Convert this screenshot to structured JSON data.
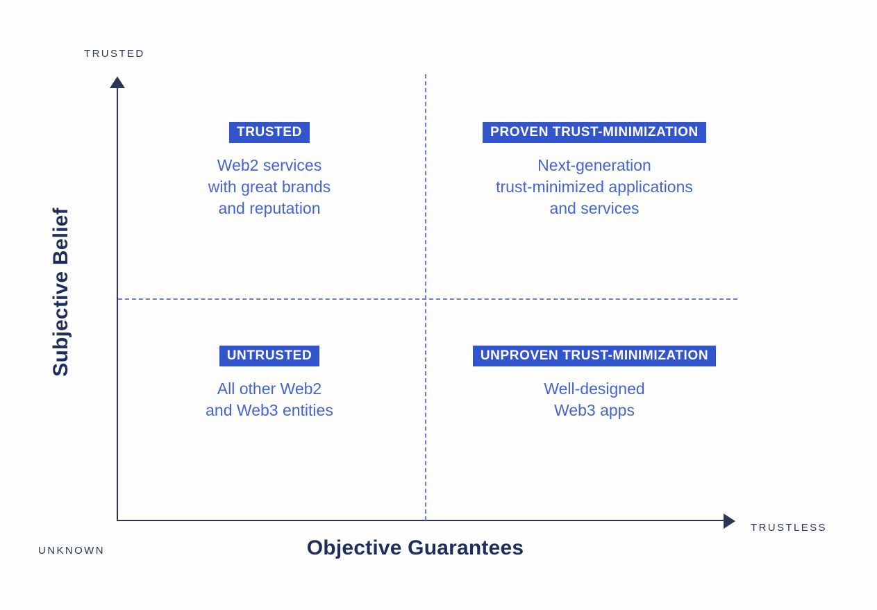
{
  "chart_data": {
    "type": "scatter",
    "title": "",
    "xlabel": "Objective Guarantees",
    "ylabel": "Subjective Belief",
    "x_axis_low_label": "UNKNOWN",
    "x_axis_high_label": "TRUSTLESS",
    "y_axis_high_label": "TRUSTED",
    "grid": false,
    "legend": "none",
    "quadrant_dividers": {
      "horizontal": true,
      "vertical": true,
      "style": "dashed",
      "color": "#6b7fc4"
    },
    "quadrants": [
      {
        "position": "top-left",
        "badge": "TRUSTED",
        "body": "Web2 services\nwith great brands\nand reputation",
        "x_level": "low-objective-guarantees",
        "y_level": "high-subjective-belief"
      },
      {
        "position": "top-right",
        "badge": "PROVEN TRUST-MINIMIZATION",
        "body": "Next-generation\ntrust-minimized applications\nand services",
        "x_level": "high-objective-guarantees",
        "y_level": "high-subjective-belief"
      },
      {
        "position": "bottom-left",
        "badge": "UNTRUSTED",
        "body": "All other Web2\nand Web3 entities",
        "x_level": "low-objective-guarantees",
        "y_level": "low-subjective-belief"
      },
      {
        "position": "bottom-right",
        "badge": "UNPROVEN TRUST-MINIMIZATION",
        "body": "Well-designed\nWeb3 apps",
        "x_level": "high-objective-guarantees",
        "y_level": "low-subjective-belief"
      }
    ]
  },
  "axes": {
    "x_title": "Objective Guarantees",
    "y_title": "Subjective Belief",
    "x_low": "UNKNOWN",
    "x_high": "TRUSTLESS",
    "y_high": "TRUSTED"
  },
  "quadrants": {
    "top_left": {
      "badge": "TRUSTED",
      "body": "Web2 services\nwith great brands\nand reputation"
    },
    "top_right": {
      "badge": "PROVEN TRUST-MINIMIZATION",
      "body": "Next-generation\ntrust-minimized applications\nand services"
    },
    "bottom_left": {
      "badge": "UNTRUSTED",
      "body": "All other Web2\nand Web3 entities"
    },
    "bottom_right": {
      "badge": "UNPROVEN TRUST-MINIMIZATION",
      "body": "Well-designed\nWeb3 apps"
    }
  },
  "colors": {
    "background": "#fdfdfd",
    "axis": "#2b3556",
    "badge_background": "#3355cc",
    "badge_text": "#ffffff",
    "body_text": "#4466cc",
    "title_text": "#1f2d5c",
    "divider": "#6b7fc4"
  }
}
